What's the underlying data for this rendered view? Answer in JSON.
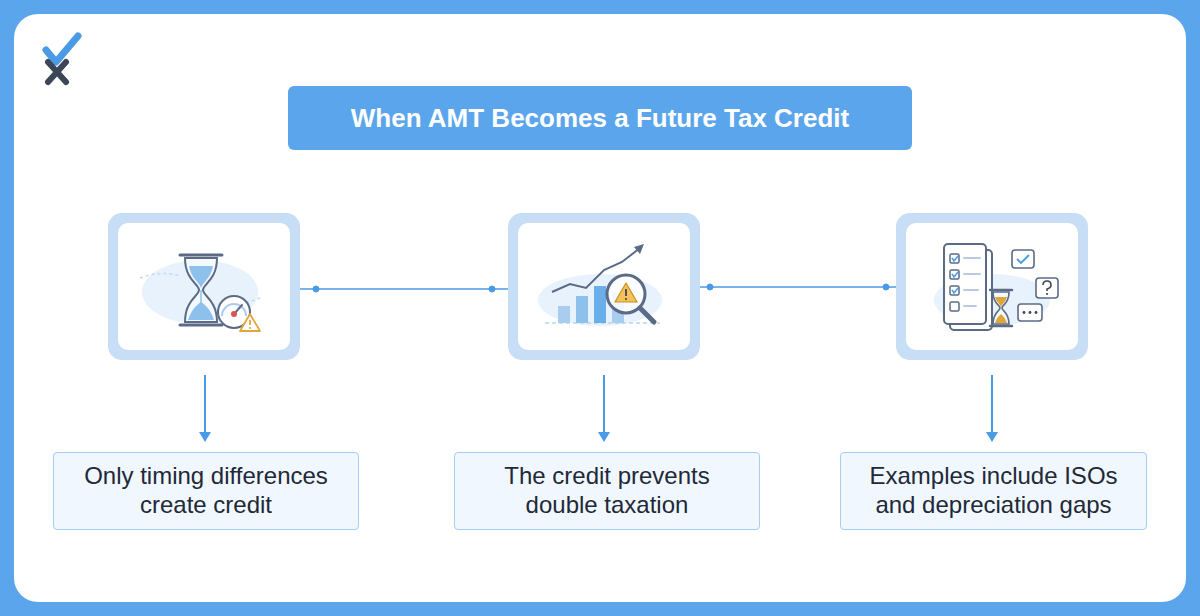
{
  "diagram": {
    "title": "When AMT Becomes a Future Tax Credit",
    "nodes": [
      {
        "text": [
          "Only timing differences create credit"
        ]
      },
      {
        "text": [
          "The credit prevents double taxation"
        ]
      },
      {
        "text": [
          "Examples include ISOs and depreciation gaps"
        ]
      }
    ]
  }
}
